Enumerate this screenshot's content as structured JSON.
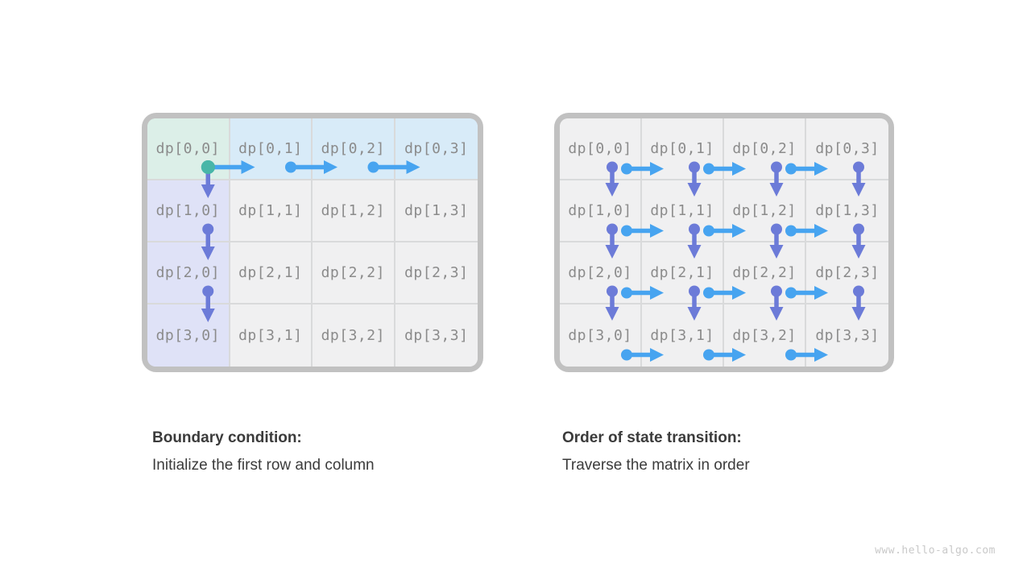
{
  "colors": {
    "arrow_blue": "#47a4f0",
    "arrow_purple": "#6c7bd8",
    "dot_teal": "#48b6a8",
    "cell_green": "#dcefe8",
    "cell_blue": "#d8ebf8",
    "cell_lavender": "#dfe2f7",
    "cell_gray": "#f0f0f1",
    "frame": "#c1c1c1",
    "gridline": "#d9dadb",
    "label_text": "#8b8b8b",
    "caption_text": "#3b3b3b",
    "watermark_text": "#c9c9c9"
  },
  "left_panel": {
    "cells": [
      [
        {
          "label": "dp[0,0]",
          "bg": "green"
        },
        {
          "label": "dp[0,1]",
          "bg": "blue"
        },
        {
          "label": "dp[0,2]",
          "bg": "blue"
        },
        {
          "label": "dp[0,3]",
          "bg": "blue"
        }
      ],
      [
        {
          "label": "dp[1,0]",
          "bg": "lavender"
        },
        {
          "label": "dp[1,1]",
          "bg": "gray"
        },
        {
          "label": "dp[1,2]",
          "bg": "gray"
        },
        {
          "label": "dp[1,3]",
          "bg": "gray"
        }
      ],
      [
        {
          "label": "dp[2,0]",
          "bg": "lavender"
        },
        {
          "label": "dp[2,1]",
          "bg": "gray"
        },
        {
          "label": "dp[2,2]",
          "bg": "gray"
        },
        {
          "label": "dp[2,3]",
          "bg": "gray"
        }
      ],
      [
        {
          "label": "dp[3,0]",
          "bg": "lavender"
        },
        {
          "label": "dp[3,1]",
          "bg": "gray"
        },
        {
          "label": "dp[3,2]",
          "bg": "gray"
        },
        {
          "label": "dp[3,3]",
          "bg": "gray"
        }
      ]
    ],
    "arrows": [
      {
        "dir": "right",
        "row": 0,
        "gap": 1,
        "dot": "teal"
      },
      {
        "dir": "right",
        "row": 0,
        "gap": 2,
        "dot": "blue"
      },
      {
        "dir": "right",
        "row": 0,
        "gap": 3,
        "dot": "blue"
      },
      {
        "dir": "down",
        "col": 0,
        "gap": 1,
        "dot": "teal"
      },
      {
        "dir": "down",
        "col": 0,
        "gap": 2,
        "dot": "purple"
      },
      {
        "dir": "down",
        "col": 0,
        "gap": 3,
        "dot": "purple"
      }
    ],
    "caption": {
      "title": "Boundary condition:",
      "body": "Initialize the first row and column"
    }
  },
  "right_panel": {
    "cells": [
      [
        {
          "label": "dp[0,0]",
          "bg": "gray"
        },
        {
          "label": "dp[0,1]",
          "bg": "gray"
        },
        {
          "label": "dp[0,2]",
          "bg": "gray"
        },
        {
          "label": "dp[0,3]",
          "bg": "gray"
        }
      ],
      [
        {
          "label": "dp[1,0]",
          "bg": "gray"
        },
        {
          "label": "dp[1,1]",
          "bg": "gray"
        },
        {
          "label": "dp[1,2]",
          "bg": "gray"
        },
        {
          "label": "dp[1,3]",
          "bg": "gray"
        }
      ],
      [
        {
          "label": "dp[2,0]",
          "bg": "gray"
        },
        {
          "label": "dp[2,1]",
          "bg": "gray"
        },
        {
          "label": "dp[2,2]",
          "bg": "gray"
        },
        {
          "label": "dp[2,3]",
          "bg": "gray"
        }
      ],
      [
        {
          "label": "dp[3,0]",
          "bg": "gray"
        },
        {
          "label": "dp[3,1]",
          "bg": "gray"
        },
        {
          "label": "dp[3,2]",
          "bg": "gray"
        },
        {
          "label": "dp[3,3]",
          "bg": "gray"
        }
      ]
    ],
    "arrows": [
      {
        "dir": "down",
        "col": 0,
        "gap": 1,
        "dot": "purple"
      },
      {
        "dir": "down",
        "col": 1,
        "gap": 1,
        "dot": "purple"
      },
      {
        "dir": "down",
        "col": 2,
        "gap": 1,
        "dot": "purple"
      },
      {
        "dir": "down",
        "col": 3,
        "gap": 1,
        "dot": "purple"
      },
      {
        "dir": "right",
        "row": 0,
        "gap": 1,
        "dot": "blue"
      },
      {
        "dir": "right",
        "row": 0,
        "gap": 2,
        "dot": "blue"
      },
      {
        "dir": "right",
        "row": 0,
        "gap": 3,
        "dot": "blue"
      },
      {
        "dir": "down",
        "col": 0,
        "gap": 2,
        "dot": "purple"
      },
      {
        "dir": "down",
        "col": 1,
        "gap": 2,
        "dot": "purple"
      },
      {
        "dir": "down",
        "col": 2,
        "gap": 2,
        "dot": "purple"
      },
      {
        "dir": "down",
        "col": 3,
        "gap": 2,
        "dot": "purple"
      },
      {
        "dir": "right",
        "row": 1,
        "gap": 1,
        "dot": "blue"
      },
      {
        "dir": "right",
        "row": 1,
        "gap": 2,
        "dot": "blue"
      },
      {
        "dir": "right",
        "row": 1,
        "gap": 3,
        "dot": "blue"
      },
      {
        "dir": "down",
        "col": 0,
        "gap": 3,
        "dot": "purple"
      },
      {
        "dir": "down",
        "col": 1,
        "gap": 3,
        "dot": "purple"
      },
      {
        "dir": "down",
        "col": 2,
        "gap": 3,
        "dot": "purple"
      },
      {
        "dir": "down",
        "col": 3,
        "gap": 3,
        "dot": "purple"
      },
      {
        "dir": "right",
        "row": 2,
        "gap": 1,
        "dot": "blue"
      },
      {
        "dir": "right",
        "row": 2,
        "gap": 2,
        "dot": "blue"
      },
      {
        "dir": "right",
        "row": 2,
        "gap": 3,
        "dot": "blue"
      },
      {
        "dir": "right",
        "row": 3,
        "gap": 1,
        "dot": "blue"
      },
      {
        "dir": "right",
        "row": 3,
        "gap": 2,
        "dot": "blue"
      },
      {
        "dir": "right",
        "row": 3,
        "gap": 3,
        "dot": "blue"
      }
    ],
    "caption": {
      "title": "Order of state transition:",
      "body": "Traverse the matrix in order"
    }
  },
  "watermark": "www.hello-algo.com"
}
